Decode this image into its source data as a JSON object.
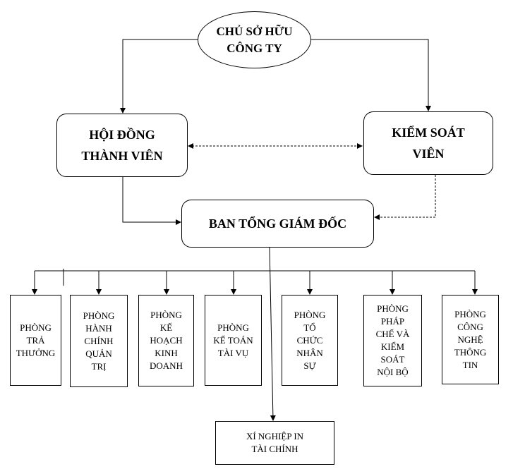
{
  "nodes": {
    "owner": {
      "line1": "CHỦ SỞ HỮU",
      "line2": "CÔNG TY"
    },
    "board": {
      "line1": "HỘI ĐỒNG",
      "line2": "THÀNH VIÊN"
    },
    "controller": {
      "line1": "KIỂM SOÁT",
      "line2": "VIÊN"
    },
    "ceo": {
      "line1": "BAN TỔNG GIÁM ĐỐC"
    },
    "printing": {
      "line1": "XÍ NGHIỆP IN",
      "line2": "TÀI CHÍNH"
    }
  },
  "departments": [
    {
      "lines": [
        "PHÒNG",
        "TRẢ",
        "THƯỞNG"
      ]
    },
    {
      "lines": [
        "PHÒNG",
        "HÀNH",
        "CHÍNH",
        "QUẢN",
        "TRỊ"
      ]
    },
    {
      "lines": [
        "PHÒNG",
        "KẾ",
        "HOẠCH",
        "KINH",
        "DOANH"
      ]
    },
    {
      "lines": [
        "PHÒNG",
        "KẾ TOÁN",
        "TÀI VỤ"
      ]
    },
    {
      "lines": [
        "PHÒNG",
        "TỔ",
        "CHỨC",
        "NHÂN",
        "SỰ"
      ]
    },
    {
      "lines": [
        "PHÒNG",
        "PHÁP",
        "CHẾ VÀ",
        "KIỂM",
        "SOÁT",
        "NỘI BỘ"
      ]
    },
    {
      "lines": [
        "PHÒNG",
        "CÔNG",
        "NGHỆ",
        "THÔNG",
        "TIN"
      ]
    }
  ]
}
